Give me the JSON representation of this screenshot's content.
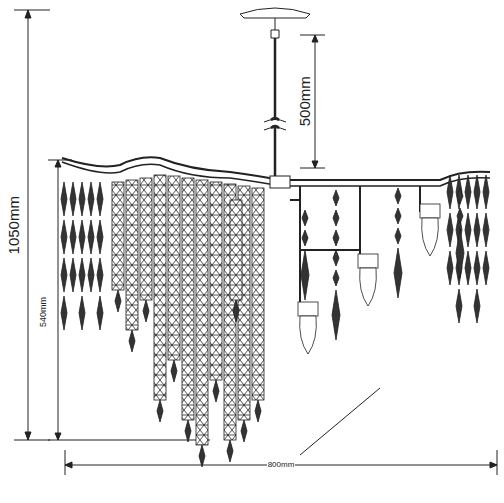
{
  "diagram": {
    "labels": [
      "500mm",
      "1050mm",
      "540mm",
      "800mm"
    ]
  }
}
